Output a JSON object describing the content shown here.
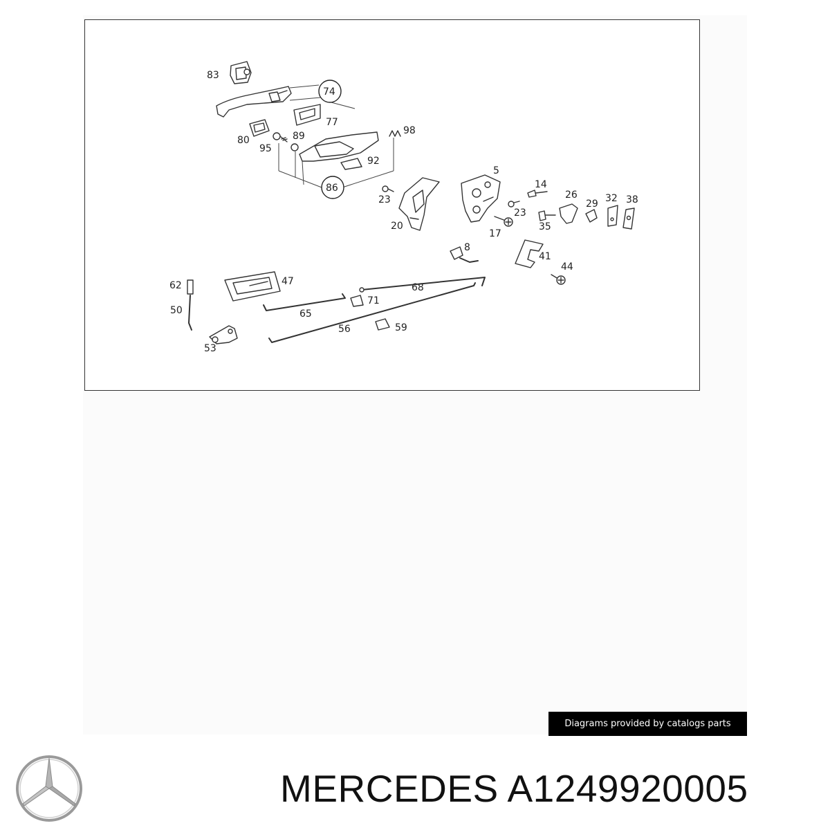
{
  "diagram": {
    "labels": {
      "l83": "83",
      "l74": "74",
      "l77": "77",
      "l80": "80",
      "l89": "89",
      "l95": "95",
      "l98": "98",
      "l92": "92",
      "l86": "86",
      "l5": "5",
      "l14": "14",
      "l26": "26",
      "l29": "29",
      "l32": "32",
      "l38": "38",
      "l23a": "23",
      "l23b": "23",
      "l20": "20",
      "l17": "17",
      "l35": "35",
      "l8": "8",
      "l41": "41",
      "l44": "44",
      "l62": "62",
      "l47": "47",
      "l68": "68",
      "l71": "71",
      "l50": "50",
      "l65": "65",
      "l56": "56",
      "l59": "59",
      "l53": "53"
    }
  },
  "credit": "Diagrams provided by catalogs parts",
  "brand": {
    "logo_icon": "mercedes-star-icon"
  },
  "product": {
    "title": "MERCEDES A1249920005"
  }
}
